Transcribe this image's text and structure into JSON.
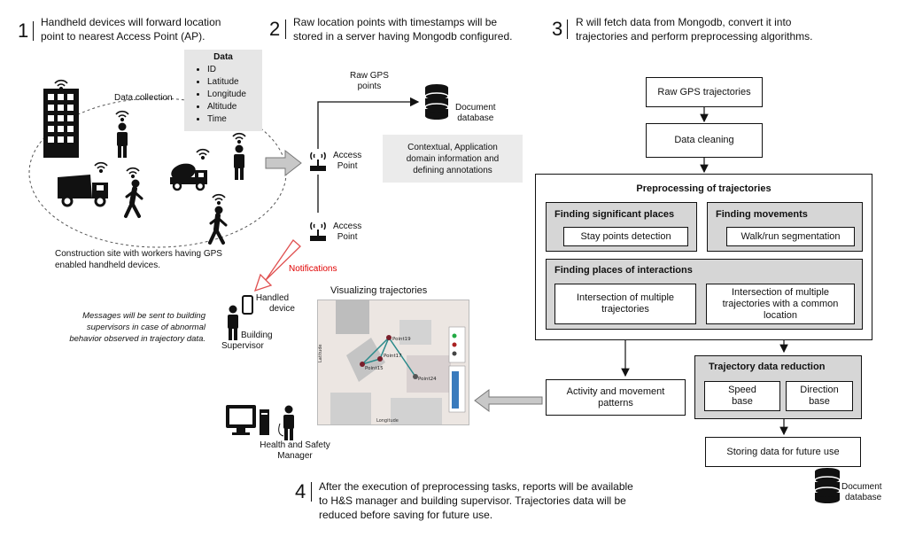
{
  "steps": [
    {
      "num": "1",
      "text_l1": "Handheld devices will forward location",
      "text_l2": "point to nearest Access Point (AP)."
    },
    {
      "num": "2",
      "text_l1": "Raw location points with timestamps will be",
      "text_l2": "stored in a server having Mongodb configured."
    },
    {
      "num": "3",
      "text_l1": "R will fetch data from Mongodb, convert it into",
      "text_l2": "trajectories and perform preprocessing algorithms."
    },
    {
      "num": "4",
      "text_l1": "After the execution of preprocessing tasks, reports will be available",
      "text_l2": "to H&S manager and building supervisor. Trajectories data will be",
      "text_l3": "reduced before saving for future use."
    }
  ],
  "data_box": {
    "title": "Data",
    "items": [
      "ID",
      "Latitude",
      "Longitude",
      "Altitude",
      "Time"
    ]
  },
  "left": {
    "data_collection": "Data collection",
    "site_caption_l1": "Construction site with workers having GPS",
    "site_caption_l2": "enabled handheld devices.",
    "messages_l1": "Messages will be sent to building",
    "messages_l2": "supervisors in case of abnormal",
    "messages_l3": "behavior observed in trajectory data.",
    "handled_l1": "Handled",
    "handled_l2": "device",
    "building_l1": "Building",
    "building_l2": "Supervisor",
    "hs_l1": "Health and Safety",
    "hs_l2": "Manager"
  },
  "middle": {
    "raw_gps_l1": "Raw GPS",
    "raw_gps_l2": "points",
    "doc_db_l1": "Document",
    "doc_db_l2": "database",
    "ap1_l1": "Access",
    "ap1_l2": "Point",
    "ap2_l1": "Access",
    "ap2_l2": "Point",
    "notifications": "Notifications",
    "context_l1": "Contextual, Application",
    "context_l2": "domain information and",
    "context_l3": "defining annotations",
    "vis_title": "Visualizing trajectories",
    "map_points": [
      "Point19",
      "Point17",
      "Point15",
      "Point24"
    ],
    "map_ylabel": "Latitude",
    "map_xlabel": "Longitude"
  },
  "flow": {
    "raw_traj": "Raw GPS trajectories",
    "cleaning": "Data cleaning",
    "preproc": "Preprocessing of trajectories",
    "sig_places": "Finding significant places",
    "stay": "Stay points detection",
    "movements": "Finding movements",
    "walkrun": "Walk/run segmentation",
    "interactions": "Finding places of interactions",
    "inter1_l1": "Intersection of multiple",
    "inter1_l2": "trajectories",
    "inter2_l1": "Intersection of multiple",
    "inter2_l2": "trajectories with a common",
    "inter2_l3": "location",
    "activity_l1": "Activity and movement",
    "activity_l2": "patterns",
    "reduction": "Trajectory data reduction",
    "speed_l1": "Speed",
    "speed_l2": "base",
    "direction_l1": "Direction",
    "direction_l2": "base",
    "storing": "Storing data for future use",
    "doc_db_l1": "Document",
    "doc_db_l2": "database"
  },
  "colors": {
    "notify": "#e00000",
    "panel": "#d6d6d6",
    "ctx": "#ebebeb",
    "route": "#2a8a8a"
  }
}
